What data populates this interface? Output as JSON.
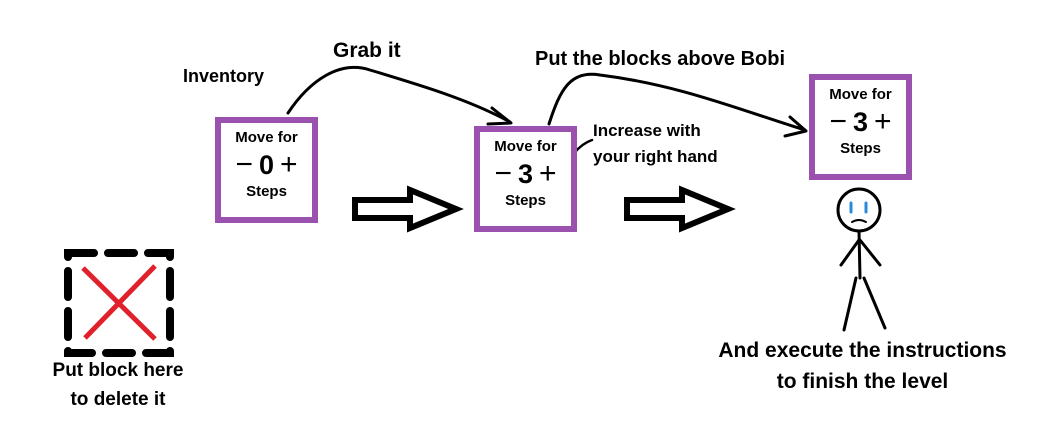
{
  "labels": {
    "inventory": "Inventory",
    "grab_it": "Grab it",
    "put_above": "Put the blocks above Bobi",
    "increase_1": "Increase with",
    "increase_2": "your right hand",
    "delete_1": "Put block here",
    "delete_2": "to delete it",
    "execute_1": "And execute the instructions",
    "execute_2": "to finish the level"
  },
  "blocks": {
    "inventory": {
      "line1": "Move for",
      "minus": "−",
      "value": "0",
      "plus": "+",
      "line3": "Steps"
    },
    "editing": {
      "line1": "Move for",
      "minus": "−",
      "value": "3",
      "plus": "+",
      "line3": "Steps"
    },
    "placed": {
      "line1": "Move for",
      "minus": "−",
      "value": "3",
      "plus": "+",
      "line3": "Steps"
    }
  },
  "colors": {
    "block_border": "#9b51ae",
    "delete_cross": "#e0202a",
    "bobi_eyes": "#2a8ad8"
  }
}
